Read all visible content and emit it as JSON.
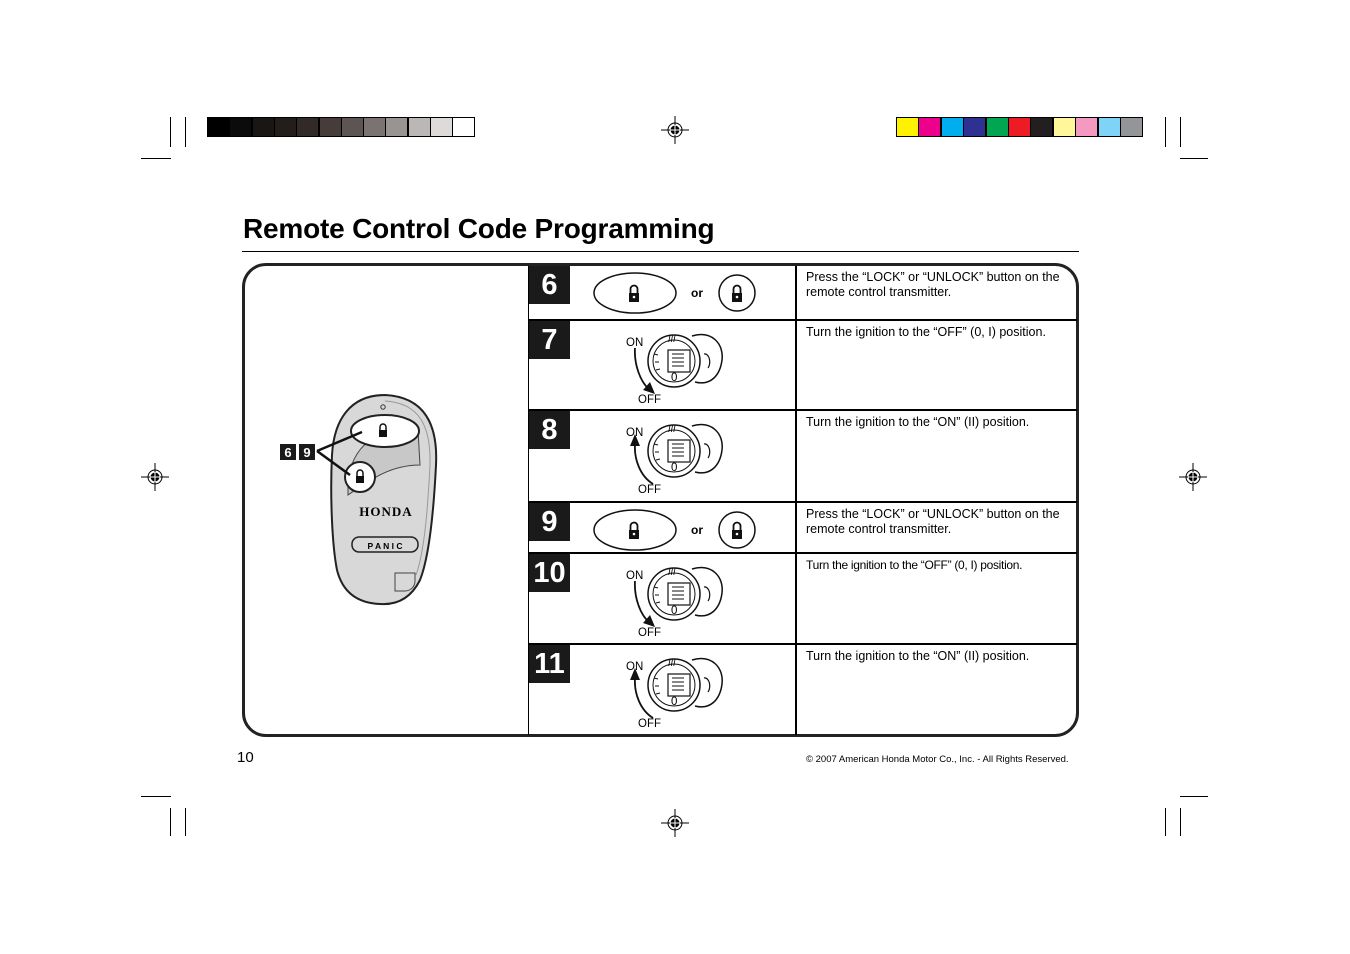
{
  "page": {
    "title": "Remote Control Code Programming",
    "page_number": "10",
    "copyright": "© 2007 American Honda Motor Co., Inc. - All Rights Reserved."
  },
  "remote": {
    "brand": "HONDA",
    "panic_label": "P A N I C",
    "callouts": [
      "6",
      "9"
    ]
  },
  "steps": [
    {
      "number": "6",
      "type": "buttons",
      "or_label": "or",
      "instruction": "Press the “LOCK” or “UNLOCK” button on the remote control transmitter."
    },
    {
      "number": "7",
      "type": "ignition",
      "direction": "down",
      "on_label": "ON",
      "off_label": "OFF",
      "zero_label": "0",
      "instruction": "Turn the ignition to the “OFF” (0, I) position."
    },
    {
      "number": "8",
      "type": "ignition",
      "direction": "up",
      "on_label": "ON",
      "off_label": "OFF",
      "zero_label": "0",
      "instruction": "Turn the ignition to the “ON” (II) position."
    },
    {
      "number": "9",
      "type": "buttons",
      "or_label": "or",
      "instruction": "Press the “LOCK” or “UNLOCK” button on the remote control transmitter."
    },
    {
      "number": "10",
      "type": "ignition",
      "direction": "down",
      "on_label": "ON",
      "off_label": "OFF",
      "zero_label": "0",
      "instruction": "Turn the ignition to the “OFF” (0, I) position."
    },
    {
      "number": "11",
      "type": "ignition",
      "direction": "up",
      "on_label": "ON",
      "off_label": "OFF",
      "zero_label": "0",
      "instruction": "Turn the ignition to the “ON” (II) position."
    }
  ],
  "print_marks": {
    "gray_bar": [
      "#000000",
      "#0b0b0b",
      "#191614",
      "#241e1b",
      "#322a27",
      "#463d3a",
      "#5d5553",
      "#7a7371",
      "#999392",
      "#bbb7b6",
      "#dddad9",
      "#ffffff"
    ],
    "color_bar": [
      "#fff200",
      "#ec008c",
      "#00aeef",
      "#2e3192",
      "#00a651",
      "#ed1c24",
      "#231f20",
      "#fff799",
      "#f49ac1",
      "#7fd3f7",
      "#939598"
    ]
  }
}
